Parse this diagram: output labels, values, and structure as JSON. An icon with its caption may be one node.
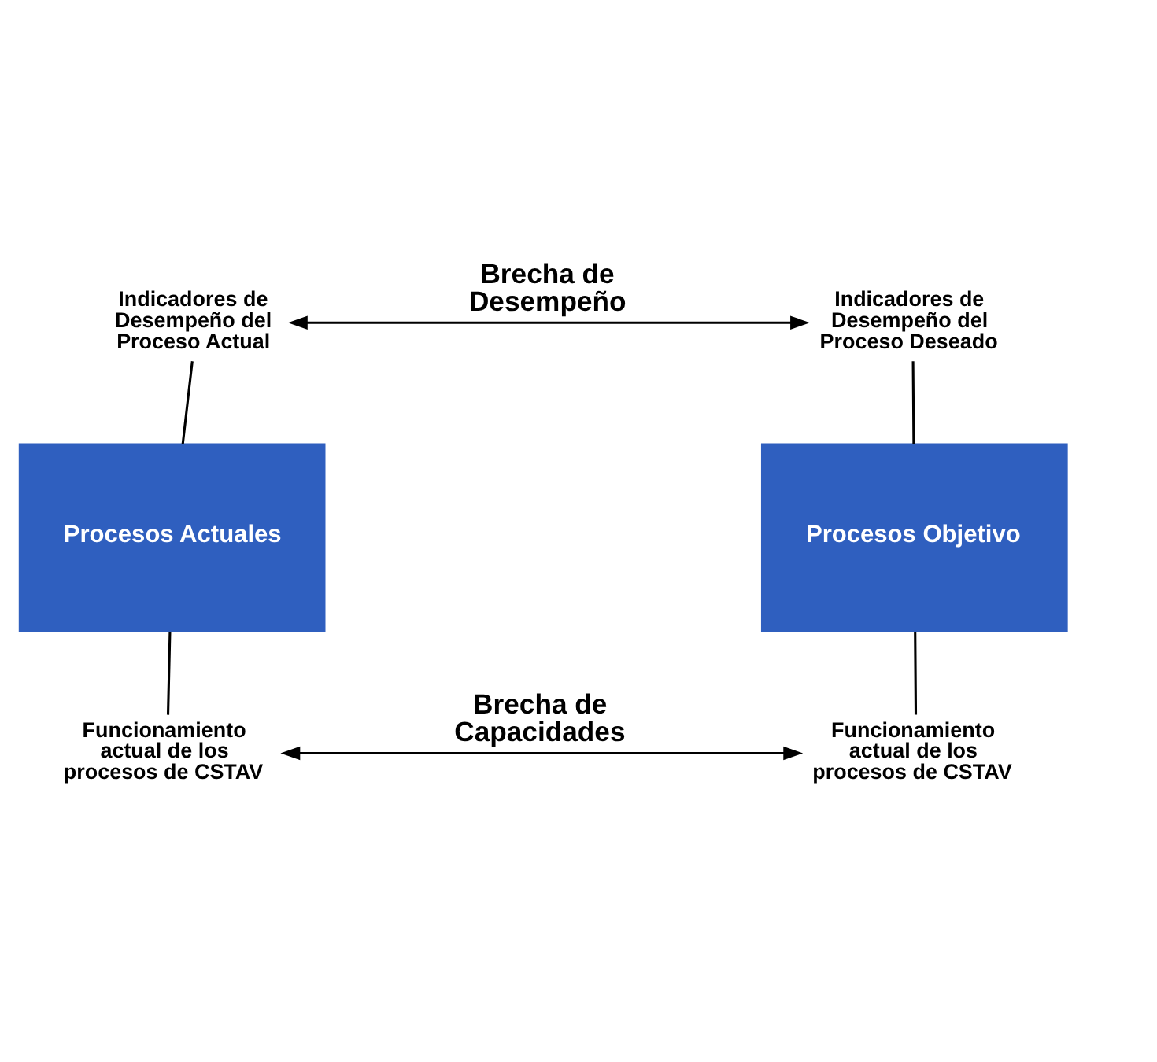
{
  "diagram": {
    "nodes": [
      {
        "text": [
          "Indicadores de Desempeño del Proceso Actual"
        ]
      },
      {
        "text": [
          "Indicadores de Desempeño del Proceso Deseado"
        ]
      },
      {
        "text": [
          "Procesos Actuales"
        ]
      },
      {
        "text": [
          "Procesos Objetivo"
        ]
      },
      {
        "text": [
          "Funcionamiento actual de los procesos de CSTAV"
        ]
      },
      {
        "text": [
          "Funcionamiento actual de los procesos de CSTAV"
        ]
      }
    ],
    "edges": [
      {
        "from": 0,
        "to": 1,
        "arrow": "both",
        "label": "Brecha de Desempeño"
      },
      {
        "from": 0,
        "to": 2,
        "arrow": "none"
      },
      {
        "from": 1,
        "to": 3,
        "arrow": "none"
      },
      {
        "from": 2,
        "to": 4,
        "arrow": "none"
      },
      {
        "from": 3,
        "to": 5,
        "arrow": "none"
      },
      {
        "from": 4,
        "to": 5,
        "arrow": "both",
        "label": "Brecha de Capacidades"
      }
    ]
  }
}
